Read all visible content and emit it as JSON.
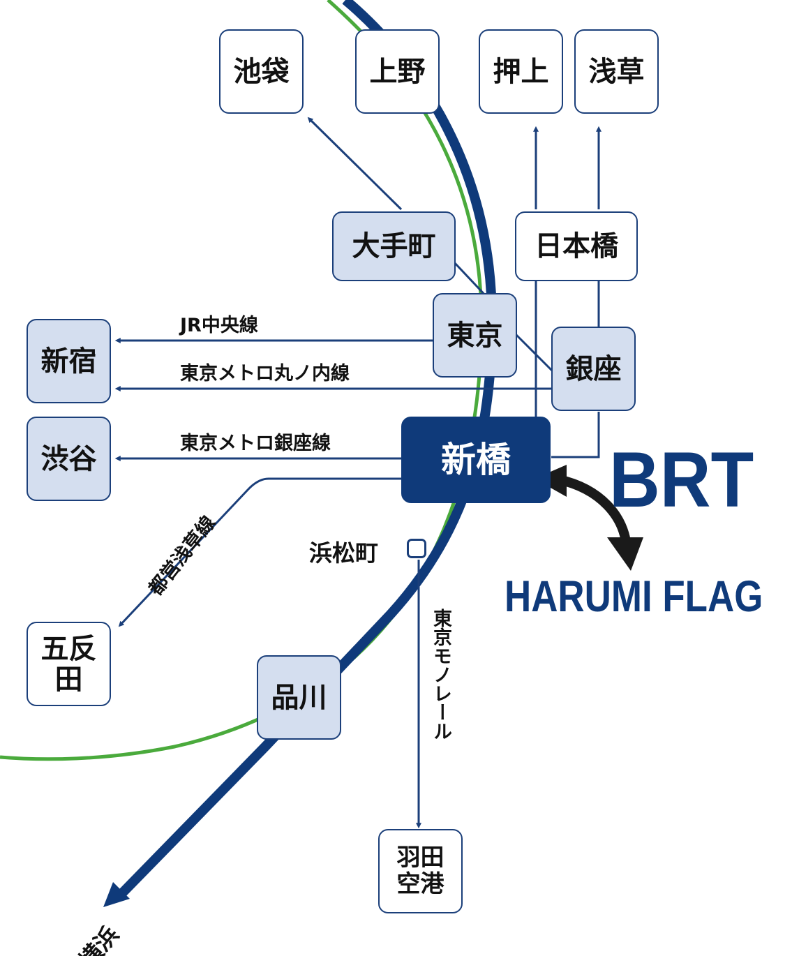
{
  "stations": {
    "ikebukuro": "池袋",
    "ueno": "上野",
    "oshiage": "押上",
    "asakusa": "浅草",
    "otemachi": "大手町",
    "nihonbashi": "日本橋",
    "tokyo": "東京",
    "ginza": "銀座",
    "shinjuku": "新宿",
    "shibuya": "渋谷",
    "shimbashi": "新橋",
    "hamamatsucho": "浜松町",
    "gotanda": "五反田",
    "shinagawa": "品川",
    "haneda": "羽田\n空港",
    "yokohama": "横浜"
  },
  "lines": {
    "jr_chuo": "JR中央線",
    "marunouchi": "東京メトロ丸ノ内線",
    "ginza_line": "東京メトロ銀座線",
    "asakusa_line": "都営浅草線",
    "monorail": "東京モノレール"
  },
  "brt": {
    "label": "BRT",
    "destination": "HARUMI FLAG"
  },
  "colors": {
    "navy": "#0f3a7a",
    "line_blue": "#1b3f7a",
    "green": "#4aaa3c",
    "tint": "#d4deef"
  }
}
